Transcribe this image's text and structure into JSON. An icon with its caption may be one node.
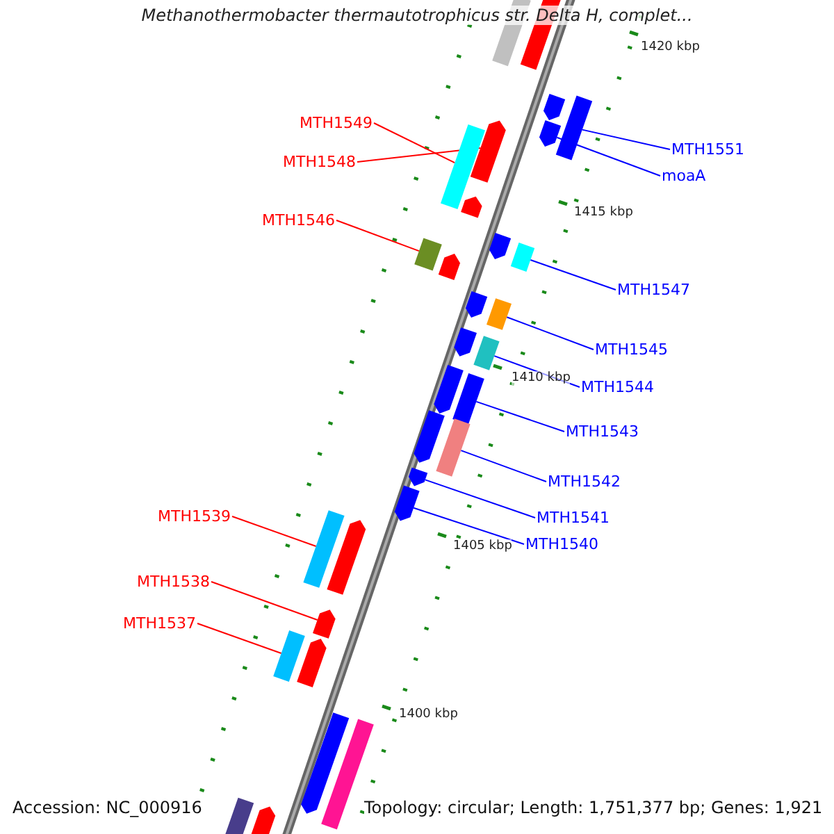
{
  "diagram": {
    "title": "Methanothermobacter thermautotrophicus str. Delta H, complet...",
    "nodes": [
      {
        "text": [
          "MTH1549"
        ]
      },
      {
        "text": [],
        "shape": "bar"
      },
      {
        "text": [
          "MTH1548"
        ]
      },
      {
        "text": [],
        "shape": "bar"
      },
      {
        "text": [
          "MTH1551"
        ]
      },
      {
        "text": [],
        "shape": "bar"
      },
      {
        "text": [
          "moaA"
        ]
      },
      {
        "text": [],
        "shape": "bar"
      },
      {
        "text": [
          "MTH1546"
        ]
      },
      {
        "text": [],
        "shape": "bar"
      },
      {
        "text": [
          "MTH1547"
        ]
      },
      {
        "text": [],
        "shape": "bar"
      },
      {
        "text": [
          "MTH1545"
        ]
      },
      {
        "text": [],
        "shape": "bar"
      },
      {
        "text": [
          "MTH1544"
        ]
      },
      {
        "text": [],
        "shape": "bar"
      },
      {
        "text": [
          "MTH1543"
        ]
      },
      {
        "text": [],
        "shape": "bar"
      },
      {
        "text": [
          "MTH1542"
        ]
      },
      {
        "text": [],
        "shape": "bar"
      },
      {
        "text": [
          "MTH1541"
        ]
      },
      {
        "text": [],
        "shape": "bar"
      },
      {
        "text": [
          "MTH1540"
        ]
      },
      {
        "text": [],
        "shape": "bar"
      },
      {
        "text": [
          "MTH1539"
        ]
      },
      {
        "text": [],
        "shape": "bar"
      },
      {
        "text": [
          "MTH1538"
        ]
      },
      {
        "text": [],
        "shape": "bar"
      },
      {
        "text": [
          "MTH1537"
        ]
      },
      {
        "text": [],
        "shape": "bar"
      },
      {
        "text": [],
        "shape": "bar"
      },
      {
        "text": [],
        "shape": "bar"
      },
      {
        "text": [],
        "shape": "bar"
      },
      {
        "text": [],
        "shape": "bar"
      },
      {
        "text": [],
        "shape": "bar"
      },
      {
        "text": [],
        "shape": "bar"
      },
      {
        "text": [],
        "shape": "bar"
      },
      {
        "text": [],
        "shape": "bar"
      },
      {
        "text": [],
        "shape": "bar"
      },
      {
        "text": [],
        "shape": "bar"
      },
      {
        "text": [],
        "shape": "bar"
      },
      {
        "text": [],
        "shape": "bar"
      },
      {
        "text": [],
        "shape": "bar"
      },
      {
        "text": [],
        "shape": "bar"
      },
      {
        "text": [],
        "shape": "bar"
      },
      {
        "text": [],
        "shape": "bar"
      }
    ],
    "edges": [
      {
        "from": 0,
        "to": 1,
        "arrow": "none",
        "color": "#ff0000"
      },
      {
        "from": 2,
        "to": 3,
        "arrow": "none",
        "color": "#ff0000"
      },
      {
        "from": 4,
        "to": 5,
        "arrow": "none"
      },
      {
        "from": 6,
        "to": 7,
        "arrow": "none"
      },
      {
        "from": 8,
        "to": 9,
        "arrow": "none",
        "color": "#ff0000"
      },
      {
        "from": 10,
        "to": 11,
        "arrow": "none"
      },
      {
        "from": 12,
        "to": 13,
        "arrow": "none"
      },
      {
        "from": 14,
        "to": 15,
        "arrow": "none"
      },
      {
        "from": 16,
        "to": 17,
        "arrow": "none"
      },
      {
        "from": 18,
        "to": 19,
        "arrow": "none"
      },
      {
        "from": 20,
        "to": 21,
        "arrow": "none"
      },
      {
        "from": 22,
        "to": 23,
        "arrow": "none"
      },
      {
        "from": 24,
        "to": 25,
        "arrow": "none",
        "color": "#ff0000"
      },
      {
        "from": 26,
        "to": 27,
        "arrow": "none",
        "color": "#ff0000"
      },
      {
        "from": 28,
        "to": 29,
        "arrow": "none",
        "color": "#ff0000"
      }
    ],
    "labels": [
      "1420 kbp",
      "1415 kbp",
      "1410 kbp",
      "1405 kbp",
      "1400 kbp",
      "Accession: NC_000916",
      "Topology: circular; Length: 1,751,377 bp; Genes: 1,921"
    ]
  }
}
